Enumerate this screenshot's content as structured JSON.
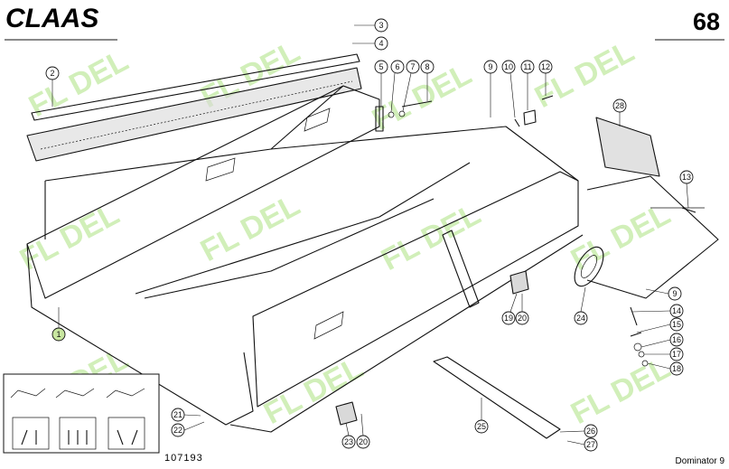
{
  "header": {
    "brand": "CLAAS",
    "page_number": "68"
  },
  "footer": {
    "drawing_number": "107193",
    "model": "Dominator 9"
  },
  "watermark": {
    "text": "FL DEL",
    "color": "#7ed23a"
  },
  "callouts": [
    "1",
    "2",
    "3",
    "4",
    "5",
    "6",
    "7",
    "8",
    "9",
    "10",
    "11",
    "12",
    "13",
    "9",
    "14",
    "15",
    "16",
    "17",
    "18",
    "19",
    "20",
    "24",
    "25",
    "26",
    "27",
    "28",
    "21",
    "22",
    "23",
    "20"
  ],
  "highlight_color": "#c8e6a0"
}
